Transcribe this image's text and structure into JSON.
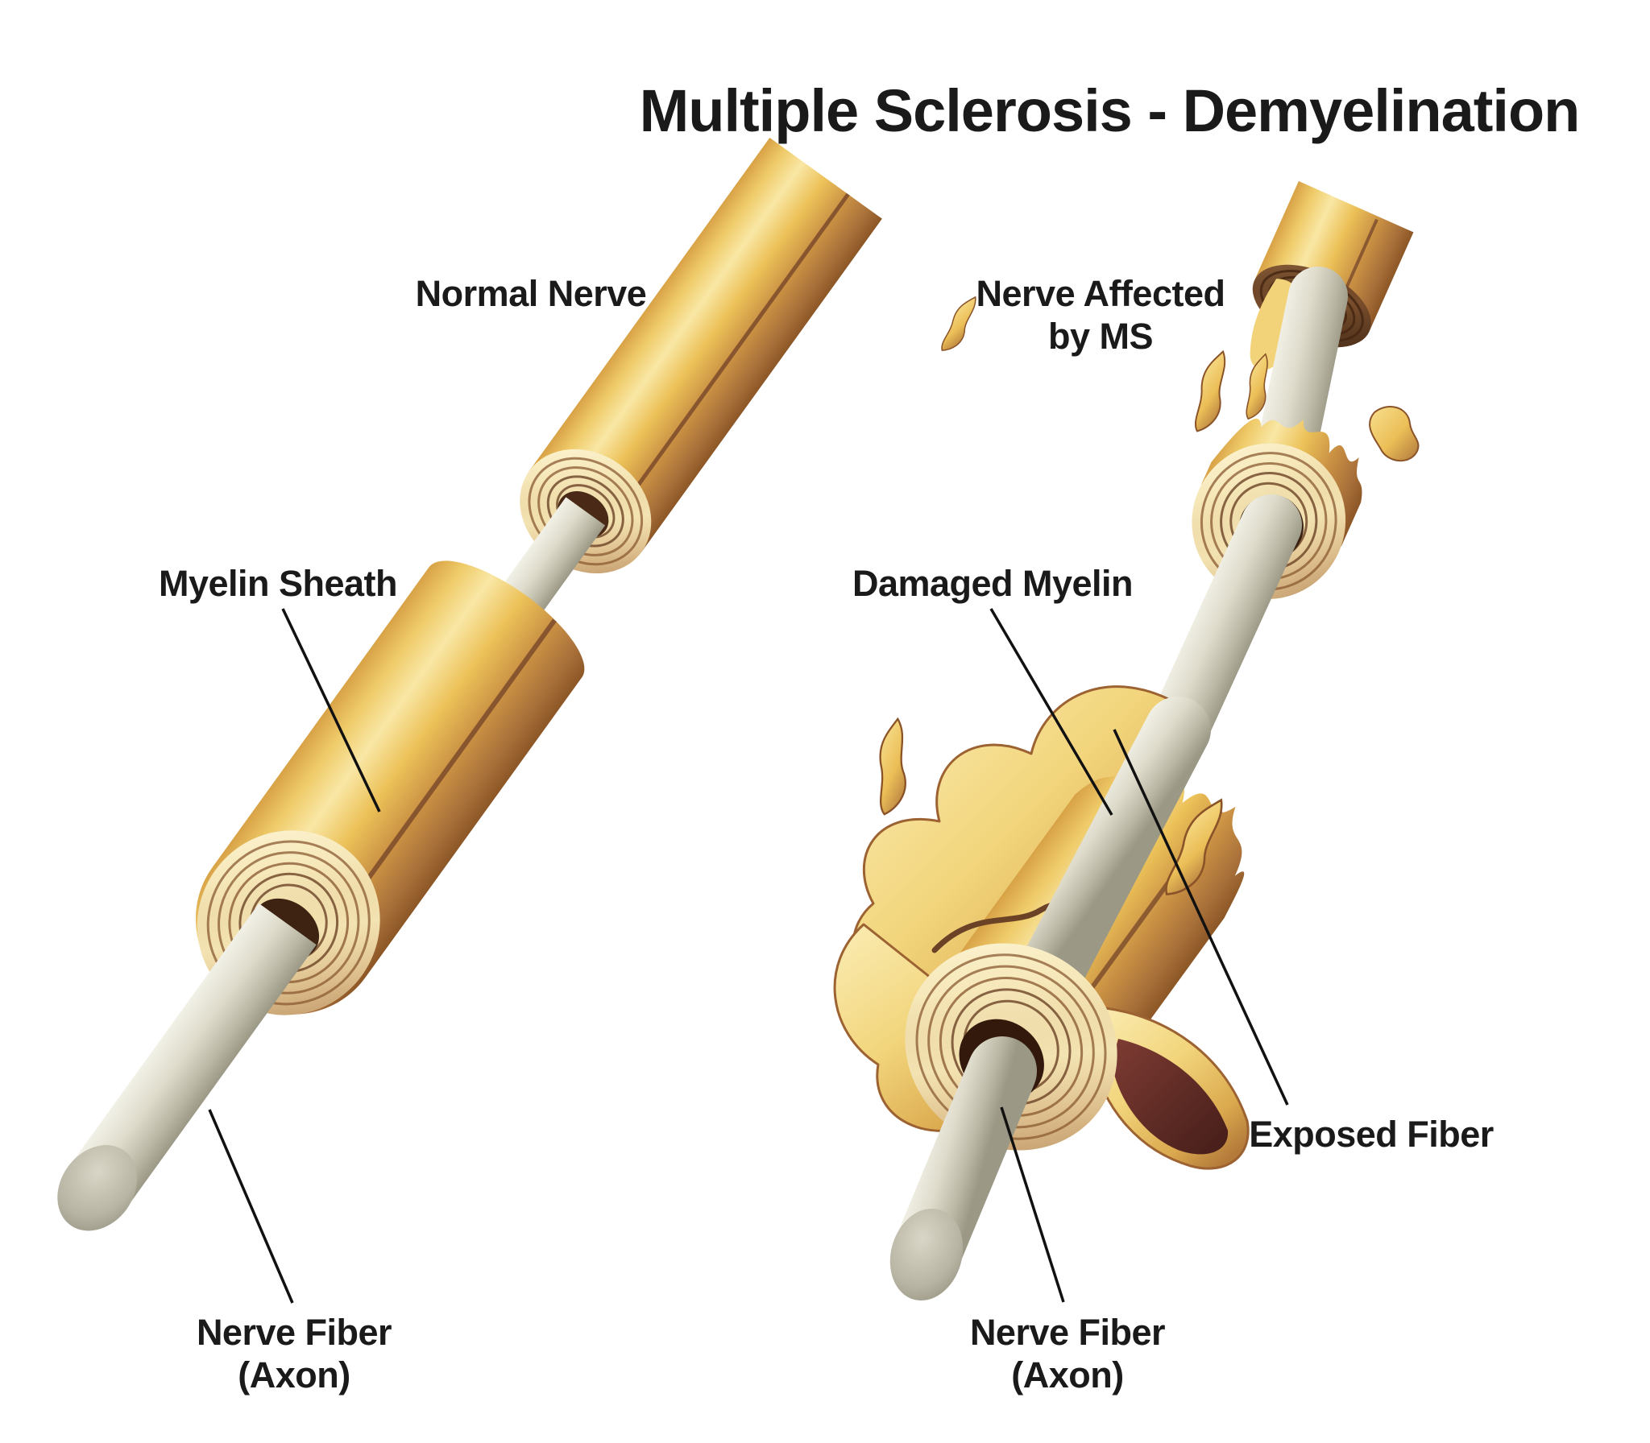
{
  "title": "Multiple Sclerosis - Demyelination",
  "left_figure": {
    "caption": "Normal Nerve",
    "labels": {
      "myelin_sheath": "Myelin Sheath",
      "nerve_fiber_line1": "Nerve Fiber",
      "nerve_fiber_line2": "(Axon)"
    }
  },
  "right_figure": {
    "caption_line1": "Nerve Affected",
    "caption_line2": "by MS",
    "labels": {
      "damaged_myelin": "Damaged Myelin",
      "exposed_fiber": "Exposed Fiber",
      "nerve_fiber_line1": "Nerve Fiber",
      "nerve_fiber_line2": "(Axon)"
    }
  },
  "palette": {
    "background": "#FFFFFF",
    "text": "#1A1A1A",
    "myelin_gold": "#ECC158",
    "myelin_highlight": "#F9E7A5",
    "myelin_shadow": "#8C5626",
    "spiral_cream": "#F3E3B2",
    "spiral_ring_line": "#8A5A32",
    "damaged_spiral_brown": "#7A4E2C",
    "axon_gray": "#DDDACA",
    "axon_shadow": "#9B9886",
    "torn_myelin_maroon": "#5E2A26",
    "leader_line": "#111111"
  }
}
